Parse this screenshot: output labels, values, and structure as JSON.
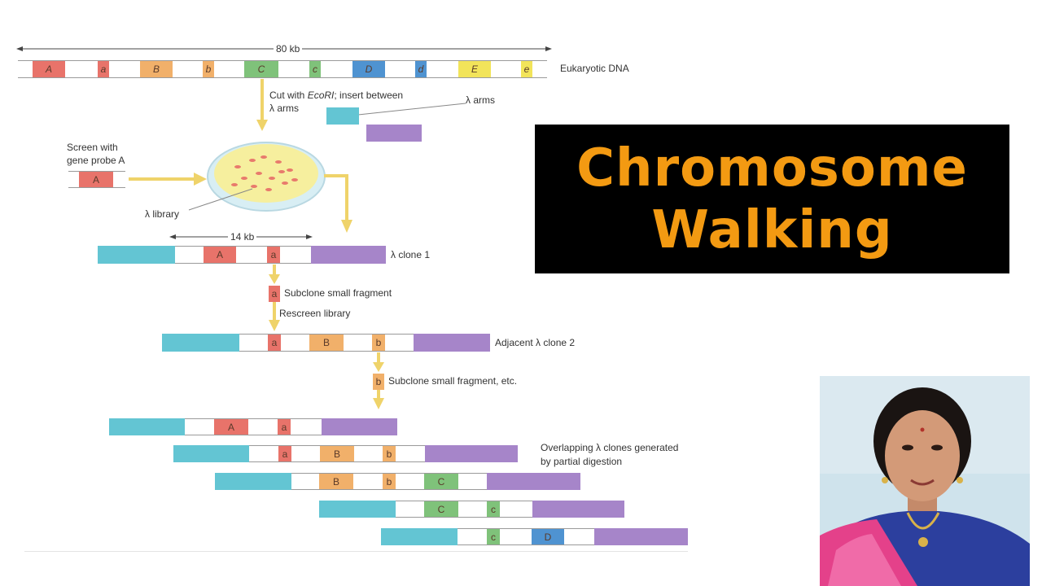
{
  "diagram": {
    "top_scale_label": "80 kb",
    "dna_label": "Eukaryotic DNA",
    "dna_segments": [
      "A",
      "a",
      "B",
      "b",
      "C",
      "c",
      "D",
      "d",
      "E",
      "e"
    ],
    "cut_text_prefix": "Cut with ",
    "cut_enzyme": "EcoRI",
    "cut_text_suffix": "; insert between",
    "cut_text_line2": "λ arms",
    "lambda_arms_label": "λ arms",
    "screen_line1": "Screen with",
    "screen_line2": "gene probe A",
    "probe_label": "A",
    "library_label": "λ library",
    "clone1_scale": "14 kb",
    "clone1_label": "λ clone 1",
    "subclone1_seg": "a",
    "subclone1_text": "Subclone small fragment",
    "rescreen_text": "Rescreen library",
    "clone2_label": "Adjacent λ clone 2",
    "subclone2_seg": "b",
    "subclone2_text": "Subclone small fragment, etc.",
    "overlap_line1": "Overlapping λ clones generated",
    "overlap_line2": "by partial digestion"
  },
  "title": {
    "line1": "Chromosome",
    "line2": "Walking"
  },
  "colors": {
    "title_text": "#f39a12",
    "title_bg": "#000000",
    "cyan_arm": "#63c5d3",
    "purple_arm": "#a685c9",
    "red": "#e8736a",
    "orange": "#f1b06a",
    "green": "#7fc27a",
    "blue": "#4f93d1",
    "yellow": "#f2e45a",
    "arrow": "#efd36a"
  }
}
